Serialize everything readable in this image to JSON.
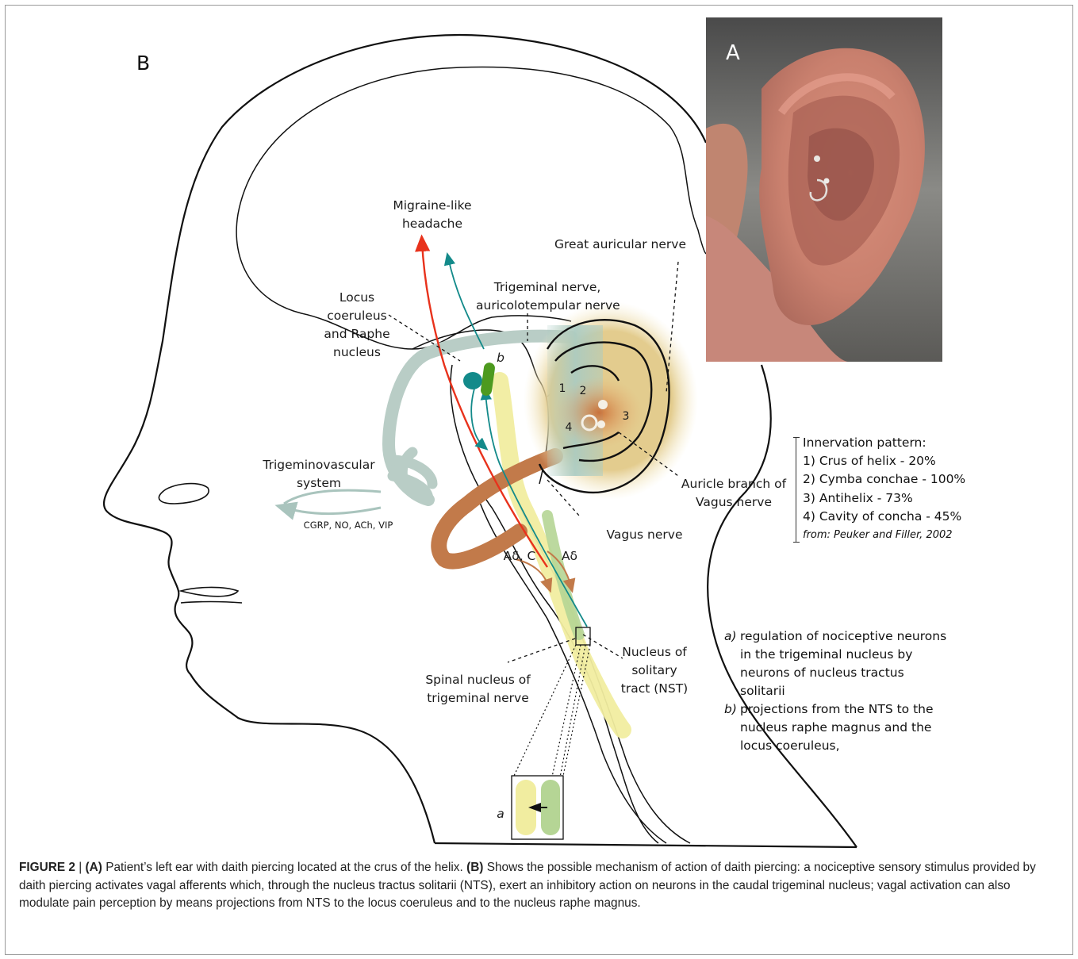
{
  "panel_labels": {
    "a": "A",
    "b": "B"
  },
  "labels": {
    "migraine": [
      "Migraine-like",
      "headache"
    ],
    "great_auricular": "Great auricular nerve",
    "trigeminal": [
      "Trigeminal nerve,",
      "auricolotempular nerve"
    ],
    "locus": [
      "Locus",
      "coeruleus",
      "and Raphe",
      "nucleus"
    ],
    "b_marker": "b",
    "trigeminovascular": [
      "Trigeminovascular",
      "system"
    ],
    "mediators": "CGRP, NO, ACh, VIP",
    "auricle_branch": [
      "Auricle branch of",
      "Vagus nerve"
    ],
    "vagus": "Vagus nerve",
    "adelta_c": "Aδ, C",
    "adelta": "Aδ",
    "nst": [
      "Nucleus of",
      "solitary",
      "tract (NST)"
    ],
    "spinal_nucleus": [
      "Spinal nucleus of",
      "trigeminal nerve"
    ],
    "a_marker": "a",
    "ear_points": [
      "1",
      "2",
      "3",
      "4"
    ]
  },
  "innervation": {
    "title": "Innervation pattern:",
    "items": [
      "1) Crus of helix - 20%",
      "2) Cymba conchae - 100%",
      "3) Antihelix - 73%",
      "4) Cavity of concha - 45%"
    ],
    "source": "from: Peuker and Filler, 2002"
  },
  "notes": [
    {
      "key": "a",
      "lines": [
        "regulation of nociceptive neurons",
        "in the trigeminal nucleus by",
        "neurons of nucleus tractus",
        "solitarii"
      ]
    },
    {
      "key": "b",
      "lines": [
        "projections from the NTS to the",
        "nucleus raphe magnus and the",
        "locus coeruleus,"
      ]
    }
  ],
  "caption": {
    "fig": "FIGURE 2",
    "sep": " | ",
    "a_tag": "(A)",
    "a_text": " Patient’s left ear with daith piercing located at the crus of the helix. ",
    "b_tag": "(B)",
    "b_text": " Shows the possible mechanism of action of daith piercing: a nociceptive sensory stimulus provided by daith piercing activates vagal afferents which, through the nucleus tractus solitarii (NTS), exert an inhibitory action on neurons in the caudal trigeminal nucleus; vagal activation can also modulate pain perception by means projections from NTS to the locus coeruleus and to the nucleus raphe magnus."
  },
  "colors": {
    "trigeminal_gray_green": "#b9cdc6",
    "brown_nerve": "#c27a4a",
    "yellow_tract": "#f1eda0",
    "green_tract": "#b5d595",
    "teal": "#138a8a",
    "red_arrow": "#e8321c",
    "green_bar": "#4d9a1f",
    "ear_fill": "#ddc88f"
  }
}
